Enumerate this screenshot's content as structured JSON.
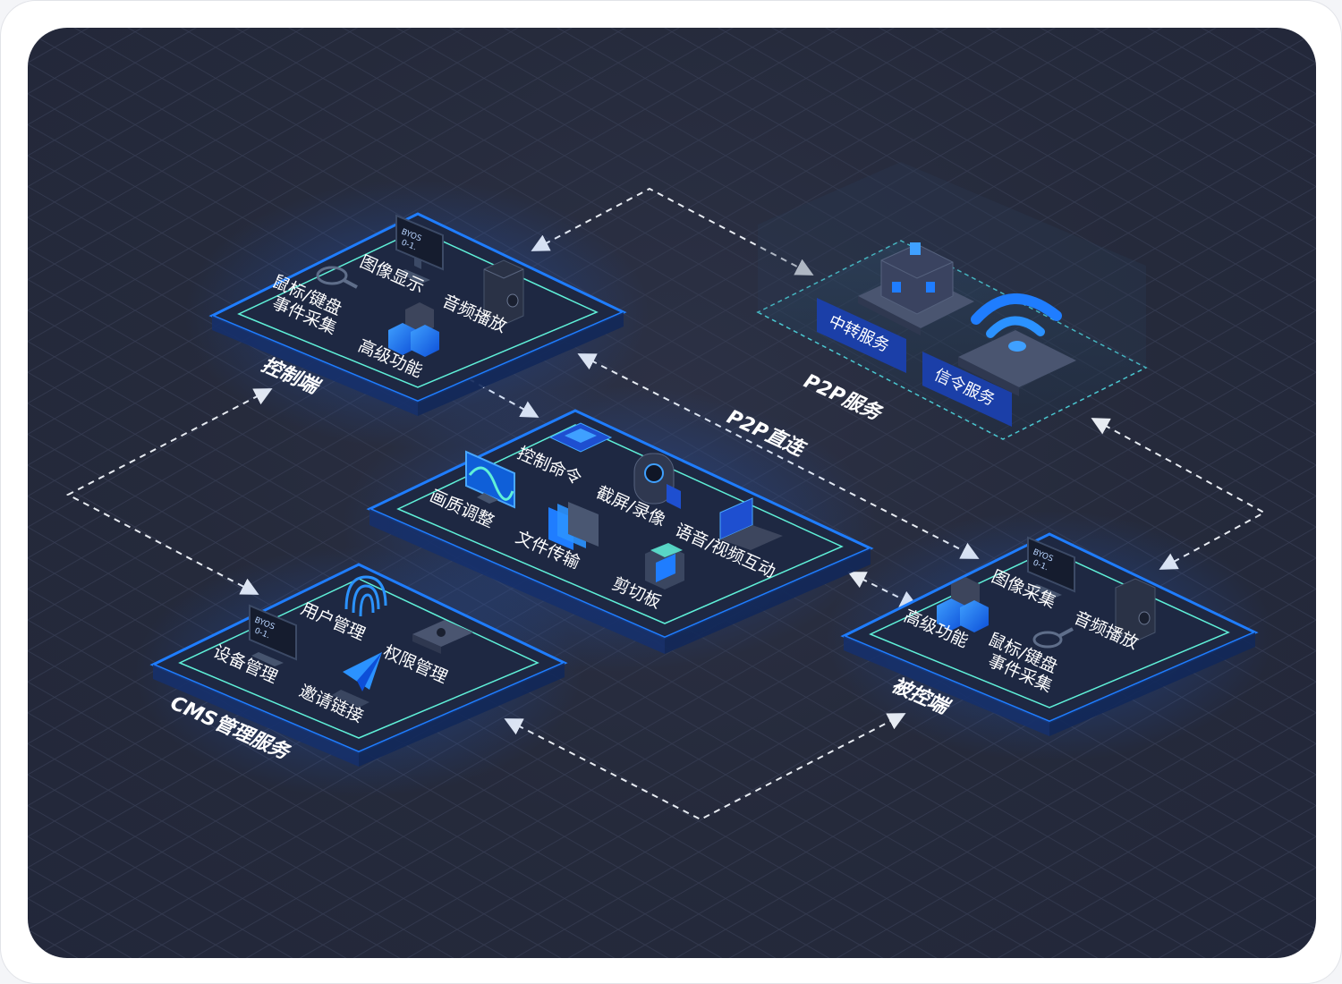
{
  "nodes": {
    "control": {
      "title": "控制端",
      "items": {
        "image_display": "图像显示",
        "mouse_kb_line1": "鼠标/键盘",
        "mouse_kb_line2": "事件采集",
        "audio_play": "音频播放",
        "advanced": "高级功能"
      }
    },
    "center": {
      "items": {
        "control_cmd": "控制命令",
        "quality": "画质调整",
        "screenshot": "截屏/录像",
        "voice_video": "语音/视频互动",
        "file_transfer": "文件传输",
        "clipboard": "剪切板"
      }
    },
    "cms": {
      "title": "CMS管理服务",
      "items": {
        "user_mgmt": "用户管理",
        "device_mgmt": "设备管理",
        "perm_mgmt": "权限管理",
        "invite_link": "邀请链接"
      }
    },
    "controlled": {
      "title": "被控端",
      "items": {
        "image_capture": "图像采集",
        "advanced": "高级功能",
        "audio_play": "音频播放",
        "mouse_kb_line1": "鼠标/键盘",
        "mouse_kb_line2": "事件采集"
      }
    },
    "p2p_service": {
      "title": "P2P服务",
      "relay": "中转服务",
      "signal": "信令服务"
    }
  },
  "connections": {
    "p2p_direct": "P2P直连"
  },
  "monitor_text": {
    "line1": "BYOS",
    "line2": "0-1."
  },
  "colors": {
    "background": "#252a3b",
    "accent_blue": "#1f7dff",
    "glow_cyan": "#5ff0d8",
    "dashed_line": "#e8ecf2",
    "tag_blue": "#1b3fa8"
  }
}
